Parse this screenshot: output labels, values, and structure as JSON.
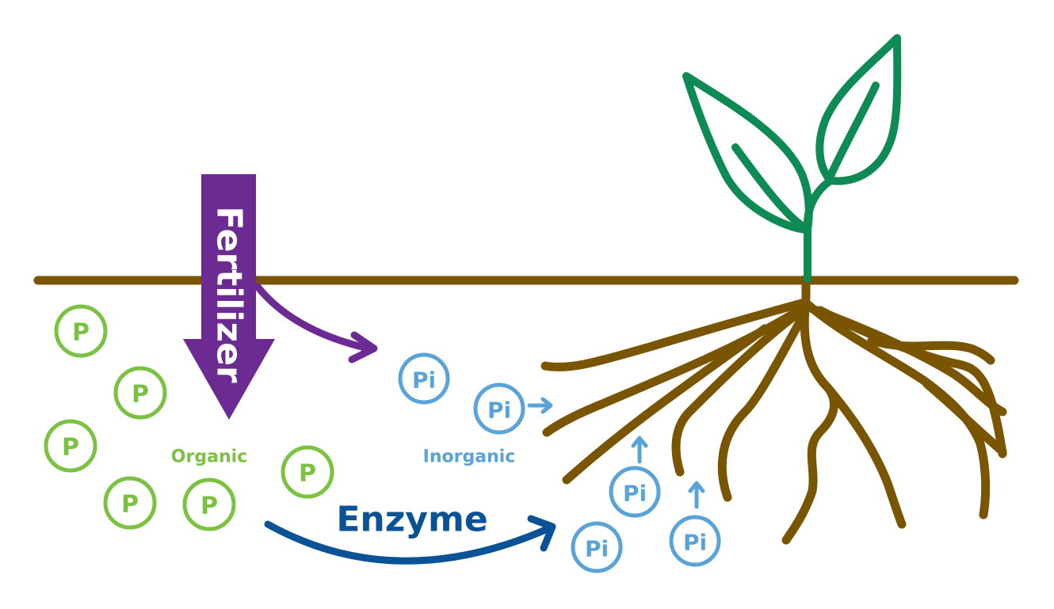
{
  "labels": {
    "fertilizer": "Fertilizer",
    "organic": "Organic",
    "inorganic": "Inorganic",
    "enzyme": "Enzyme"
  },
  "organic_p_symbol": "P",
  "inorganic_pi_symbol": "Pi",
  "colors": {
    "soil_line": "#7a5500",
    "roots": "#7a5500",
    "plant": "#0e8a55",
    "fertilizer": "#6b2b93",
    "organic_p": "#7cc242",
    "inorganic_pi": "#5aa3d9",
    "enzyme": "#0a5296"
  }
}
